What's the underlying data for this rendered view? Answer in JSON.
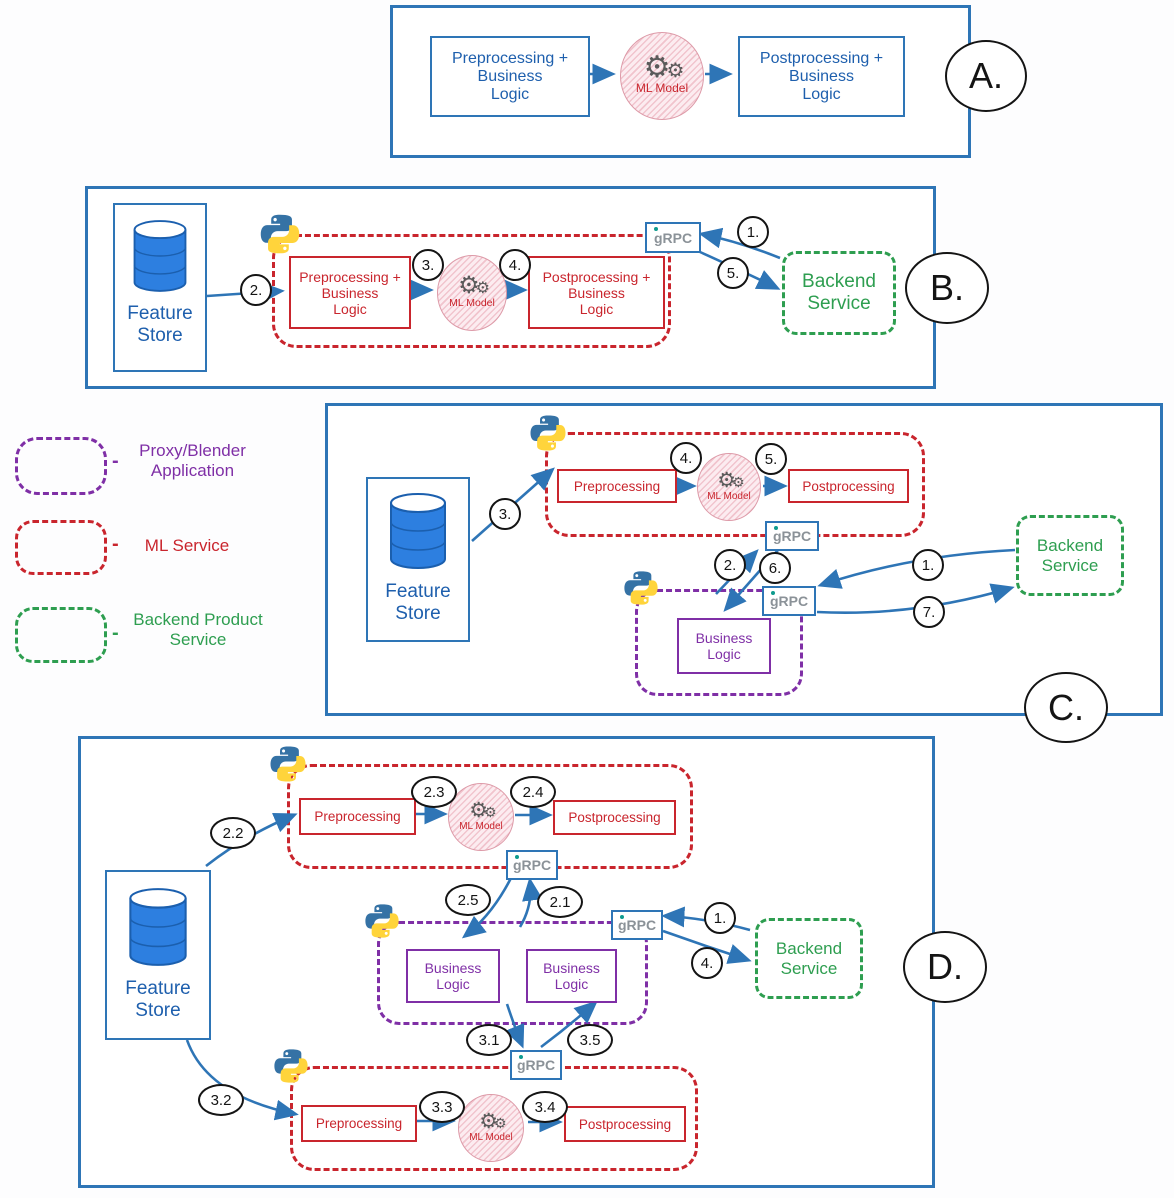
{
  "legend": {
    "dash": "-",
    "items": [
      {
        "label": "Proxy/Blender\nApplication",
        "color": "#7f2fa6"
      },
      {
        "label": "ML Service",
        "color": "#c9252d"
      },
      {
        "label": "Backend Product\nService",
        "color": "#2e9e50"
      }
    ]
  },
  "nodes": {
    "preprocessing_bl": "Preprocessing +\nBusiness\nLogic",
    "postprocessing_bl": "Postprocessing +\nBusiness\nLogic",
    "preprocessing": "Preprocessing",
    "postprocessing": "Postprocessing",
    "ml_model": "ML Model",
    "business_logic": "Business\nLogic",
    "feature_store": "Feature\nStore",
    "backend_service": "Backend\nService",
    "grpc": "gRPC"
  },
  "sections": {
    "a": {
      "label": "A."
    },
    "b": {
      "label": "B.",
      "steps": [
        "1.",
        "2.",
        "3.",
        "4.",
        "5."
      ]
    },
    "c": {
      "label": "C.",
      "steps": [
        "1.",
        "2.",
        "3.",
        "4.",
        "5.",
        "6.",
        "7."
      ]
    },
    "d": {
      "label": "D.",
      "steps": [
        "1.",
        "2.1",
        "2.2",
        "2.3",
        "2.4",
        "2.5",
        "3.1",
        "3.2",
        "3.3",
        "3.4",
        "3.5",
        "4."
      ]
    }
  },
  "colors": {
    "blue_border": "#2e75b6",
    "blue_text": "#1e5fad",
    "red": "#c9252d",
    "purple": "#7f2fa6",
    "green": "#2e9e50",
    "grpc_gray": "#8b9298",
    "ml_model_pink": "#fdf0f3"
  }
}
